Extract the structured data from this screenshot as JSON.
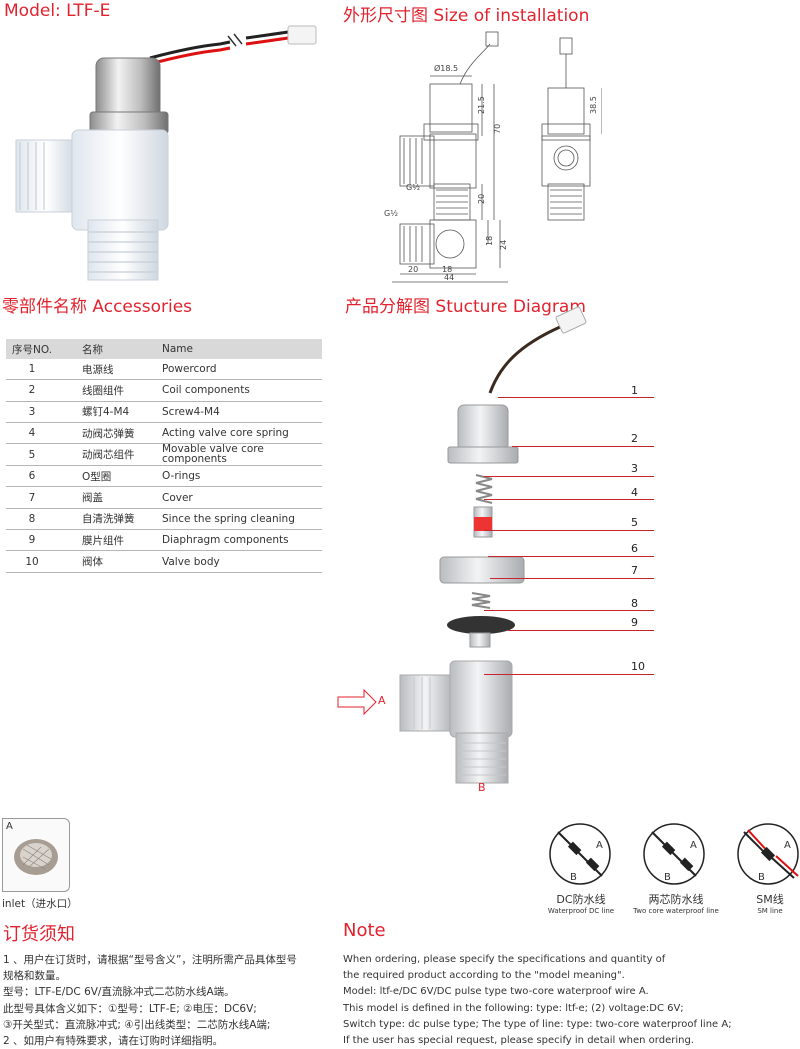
{
  "model_title": "Model:  LTF-E",
  "install_title": "外形尺寸图 Size of installation",
  "accessories_title": "零部件名称 Accessories",
  "structure_title": "产品分解图 Stucture Diagram",
  "dims": {
    "d1": "Ø18.5",
    "d2": "21.5",
    "d3": "70",
    "d4": "20",
    "d5": "G½",
    "d6": "38.5",
    "d7": "G½",
    "d8": "20",
    "d9": "18",
    "d10": "44",
    "d11": "18",
    "d12": "24"
  },
  "table": {
    "headers": [
      "序号NO.",
      "名称",
      "Name"
    ],
    "rows": [
      {
        "no": "1",
        "cn": "电源线",
        "en": "Powercord"
      },
      {
        "no": "2",
        "cn": "线圈组件",
        "en": "Coil components"
      },
      {
        "no": "3",
        "cn": "螺钉4-M4",
        "en": "Screw4-M4"
      },
      {
        "no": "4",
        "cn": "动阀芯弹簧",
        "en": "Acting valve core spring"
      },
      {
        "no": "5",
        "cn": "动阀芯组件",
        "en": "Movable valve core components"
      },
      {
        "no": "6",
        "cn": "O型圈",
        "en": "O-rings"
      },
      {
        "no": "7",
        "cn": "阀盖",
        "en": "Cover"
      },
      {
        "no": "8",
        "cn": "自清洗弹簧",
        "en": "Since the spring cleaning"
      },
      {
        "no": "9",
        "cn": "膜片组件",
        "en": "Diaphragm components"
      },
      {
        "no": "10",
        "cn": "阀体",
        "en": "Valve body"
      }
    ]
  },
  "parts": [
    "1",
    "2",
    "3",
    "4",
    "5",
    "6",
    "7",
    "8",
    "9",
    "10"
  ],
  "inlet_a": "A",
  "outlet_b": "B",
  "filter_label": "A",
  "inlet_caption": "inlet（进水口）",
  "wires": [
    {
      "cn": "DC防水线",
      "en": "Waterproof DC line",
      "a": "A",
      "b": "B"
    },
    {
      "cn": "两芯防水线",
      "en": "Two core waterproof line",
      "a": "A",
      "b": "B"
    },
    {
      "cn": "SM线",
      "en": "SM line",
      "a": "A",
      "b": "B"
    }
  ],
  "order_title": "订货须知",
  "order_lines": [
    "1 、用户在订货时，请根据“型号含义”，注明所需产品具体型号",
    "规格和数量。",
    "型号：LTF-E/DC 6V/直流脉冲式二芯防水线A端。",
    "此型号具体含义如下：①型号：LTF-E; ②电压：DC6V;",
    "③开关型式：直流脉冲式; ④引出线类型：二芯防水线A端;",
    "2 、如用户有特殊要求，请在订购时详细指明。"
  ],
  "note_title": "Note",
  "note_lines": [
    "When ordering, please specify the specifications and quantity of",
    "the required product according to the \"model meaning\".",
    "Model: ltf-e/DC 6V/DC pulse type two-core waterproof wire A.",
    "This model is defined in the following: type: ltf-e; (2) voltage:DC 6V;",
    "Switch type: dc pulse type; The type of line: type: two-core waterproof line A;",
    "If the user has special request, please specify in detail when ordering."
  ],
  "colors": {
    "accent": "#e2232e",
    "table_header": "#d9d9d9"
  }
}
